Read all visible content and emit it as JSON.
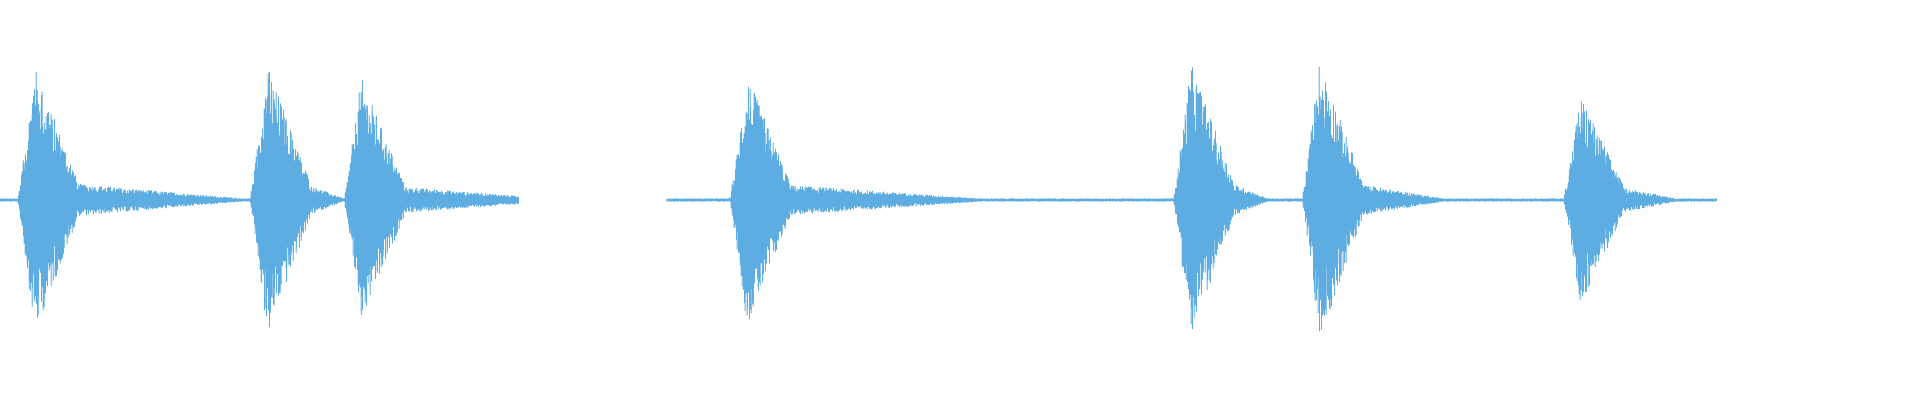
{
  "waveform": {
    "color": "#5dade2",
    "background": "#ffffff",
    "bursts": [
      {
        "time": 0.012,
        "peak": 0.96,
        "tail": 0.24,
        "decay_weight": 0.1
      },
      {
        "time": 0.133,
        "peak": 0.97,
        "tail": 0.05,
        "decay_weight": 0.08
      },
      {
        "time": 0.182,
        "peak": 0.88,
        "tail": 0.22,
        "decay_weight": 0.07
      },
      {
        "time": 0.383,
        "peak": 0.9,
        "tail": 0.28,
        "decay_weight": 0.1
      },
      {
        "time": 0.614,
        "peak": 0.98,
        "tail": 0.05,
        "decay_weight": 0.1
      },
      {
        "time": 0.681,
        "peak": 1.0,
        "tail": 0.12,
        "decay_weight": 0.08
      },
      {
        "time": 0.817,
        "peak": 0.75,
        "tail": 0.08,
        "decay_weight": 0.1
      }
    ],
    "segments": [
      {
        "start": 0.0,
        "end": 0.27
      },
      {
        "start": 0.347,
        "end": 0.894
      }
    ]
  }
}
